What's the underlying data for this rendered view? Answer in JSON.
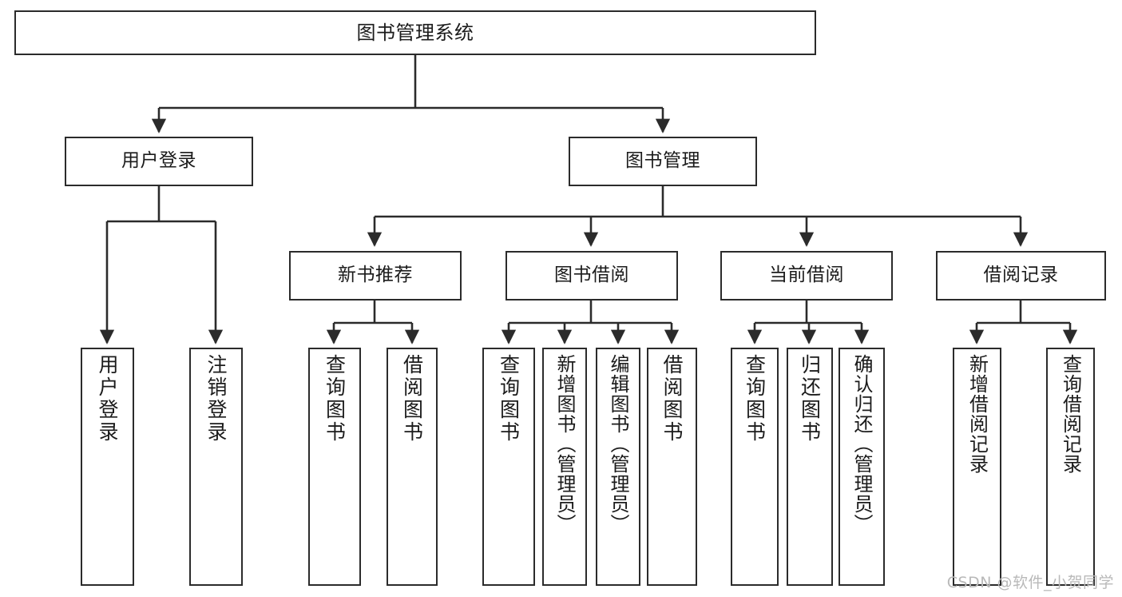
{
  "diagram": {
    "title": "图书管理系统",
    "type": "tree-hierarchy-chart",
    "orientation": "top-down",
    "colors": {
      "box_border": "#2b2b2b",
      "box_fill": "#ffffff",
      "edge": "#2b2b2b",
      "text": "#1b1b1b",
      "watermark": "#b9b9b9",
      "background": "#ffffff"
    }
  },
  "watermark": {
    "text": "CSDN @软件_小贺同学"
  },
  "nodes": {
    "root": {
      "label": "图书管理系统"
    },
    "level1": [
      {
        "id": "user-login",
        "label": "用户登录"
      },
      {
        "id": "book-management",
        "label": "图书管理"
      }
    ],
    "level2": [
      {
        "id": "new-book-recommend",
        "label": "新书推荐"
      },
      {
        "id": "book-borrow",
        "label": "图书借阅"
      },
      {
        "id": "current-borrow",
        "label": "当前借阅"
      },
      {
        "id": "borrow-record",
        "label": "借阅记录"
      }
    ],
    "leaves": {
      "user_login": [
        {
          "id": "leaf-user-login",
          "label": "用户登录"
        },
        {
          "id": "leaf-logout-login",
          "label": "注销登录"
        }
      ],
      "new_book_recommend": [
        {
          "id": "leaf-query-book-1",
          "label": "查询图书"
        },
        {
          "id": "leaf-borrow-book-1",
          "label": "借阅图书"
        }
      ],
      "book_borrow": [
        {
          "id": "leaf-query-book-2",
          "label": "查询图书"
        },
        {
          "id": "leaf-add-book",
          "label": "新增图书（管理员）"
        },
        {
          "id": "leaf-edit-book",
          "label": "编辑图书（管理员）"
        },
        {
          "id": "leaf-borrow-book-2",
          "label": "借阅图书"
        }
      ],
      "current_borrow": [
        {
          "id": "leaf-query-book-3",
          "label": "查询图书"
        },
        {
          "id": "leaf-return-book",
          "label": "归还图书"
        },
        {
          "id": "leaf-confirm-return",
          "label": "确认归还（管理员）"
        }
      ],
      "borrow_record": [
        {
          "id": "leaf-add-borrow-record",
          "label": "新增借阅记录"
        },
        {
          "id": "leaf-query-borrow-record",
          "label": "查询借阅记录"
        }
      ]
    }
  }
}
